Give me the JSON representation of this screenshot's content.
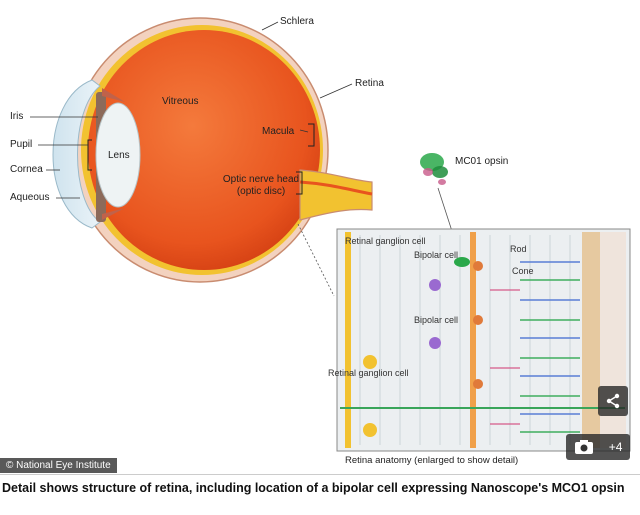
{
  "eye_labels": {
    "sclera": "Schlera",
    "retina": "Retina",
    "vitreous": "Vitreous",
    "macula": "Macula",
    "optic_nerve_line1": "Optic nerve head",
    "optic_nerve_line2": "(optic disc)",
    "iris": "Iris",
    "pupil": "Pupil",
    "lens": "Lens",
    "cornea": "Cornea",
    "aqueous": "Aqueous"
  },
  "opsin_label": "MC01 opsin",
  "retina_labels": {
    "ganglion_top": "Retinal ganglion cell",
    "bipolar_top": "Bipolar cell",
    "rod": "Rod",
    "cone": "Cone",
    "bipolar_mid": "Bipolar cell",
    "ganglion_mid": "Retinal ganglion cell"
  },
  "retina_caption": "Retina anatomy (enlarged to show detail)",
  "credit": "© National Eye Institute",
  "caption": "Detail shows structure of retina, including location of a bipolar cell expressing Nanoscope's MCO1 opsin",
  "gallery_count": "+4",
  "colors": {
    "eye_fill": "#e8541e",
    "retina_yellow": "#f2c230",
    "sclera": "#f5d9c8",
    "opsin_green": "#2aa84a"
  },
  "icons": [
    "share-icon",
    "camera-icon"
  ]
}
